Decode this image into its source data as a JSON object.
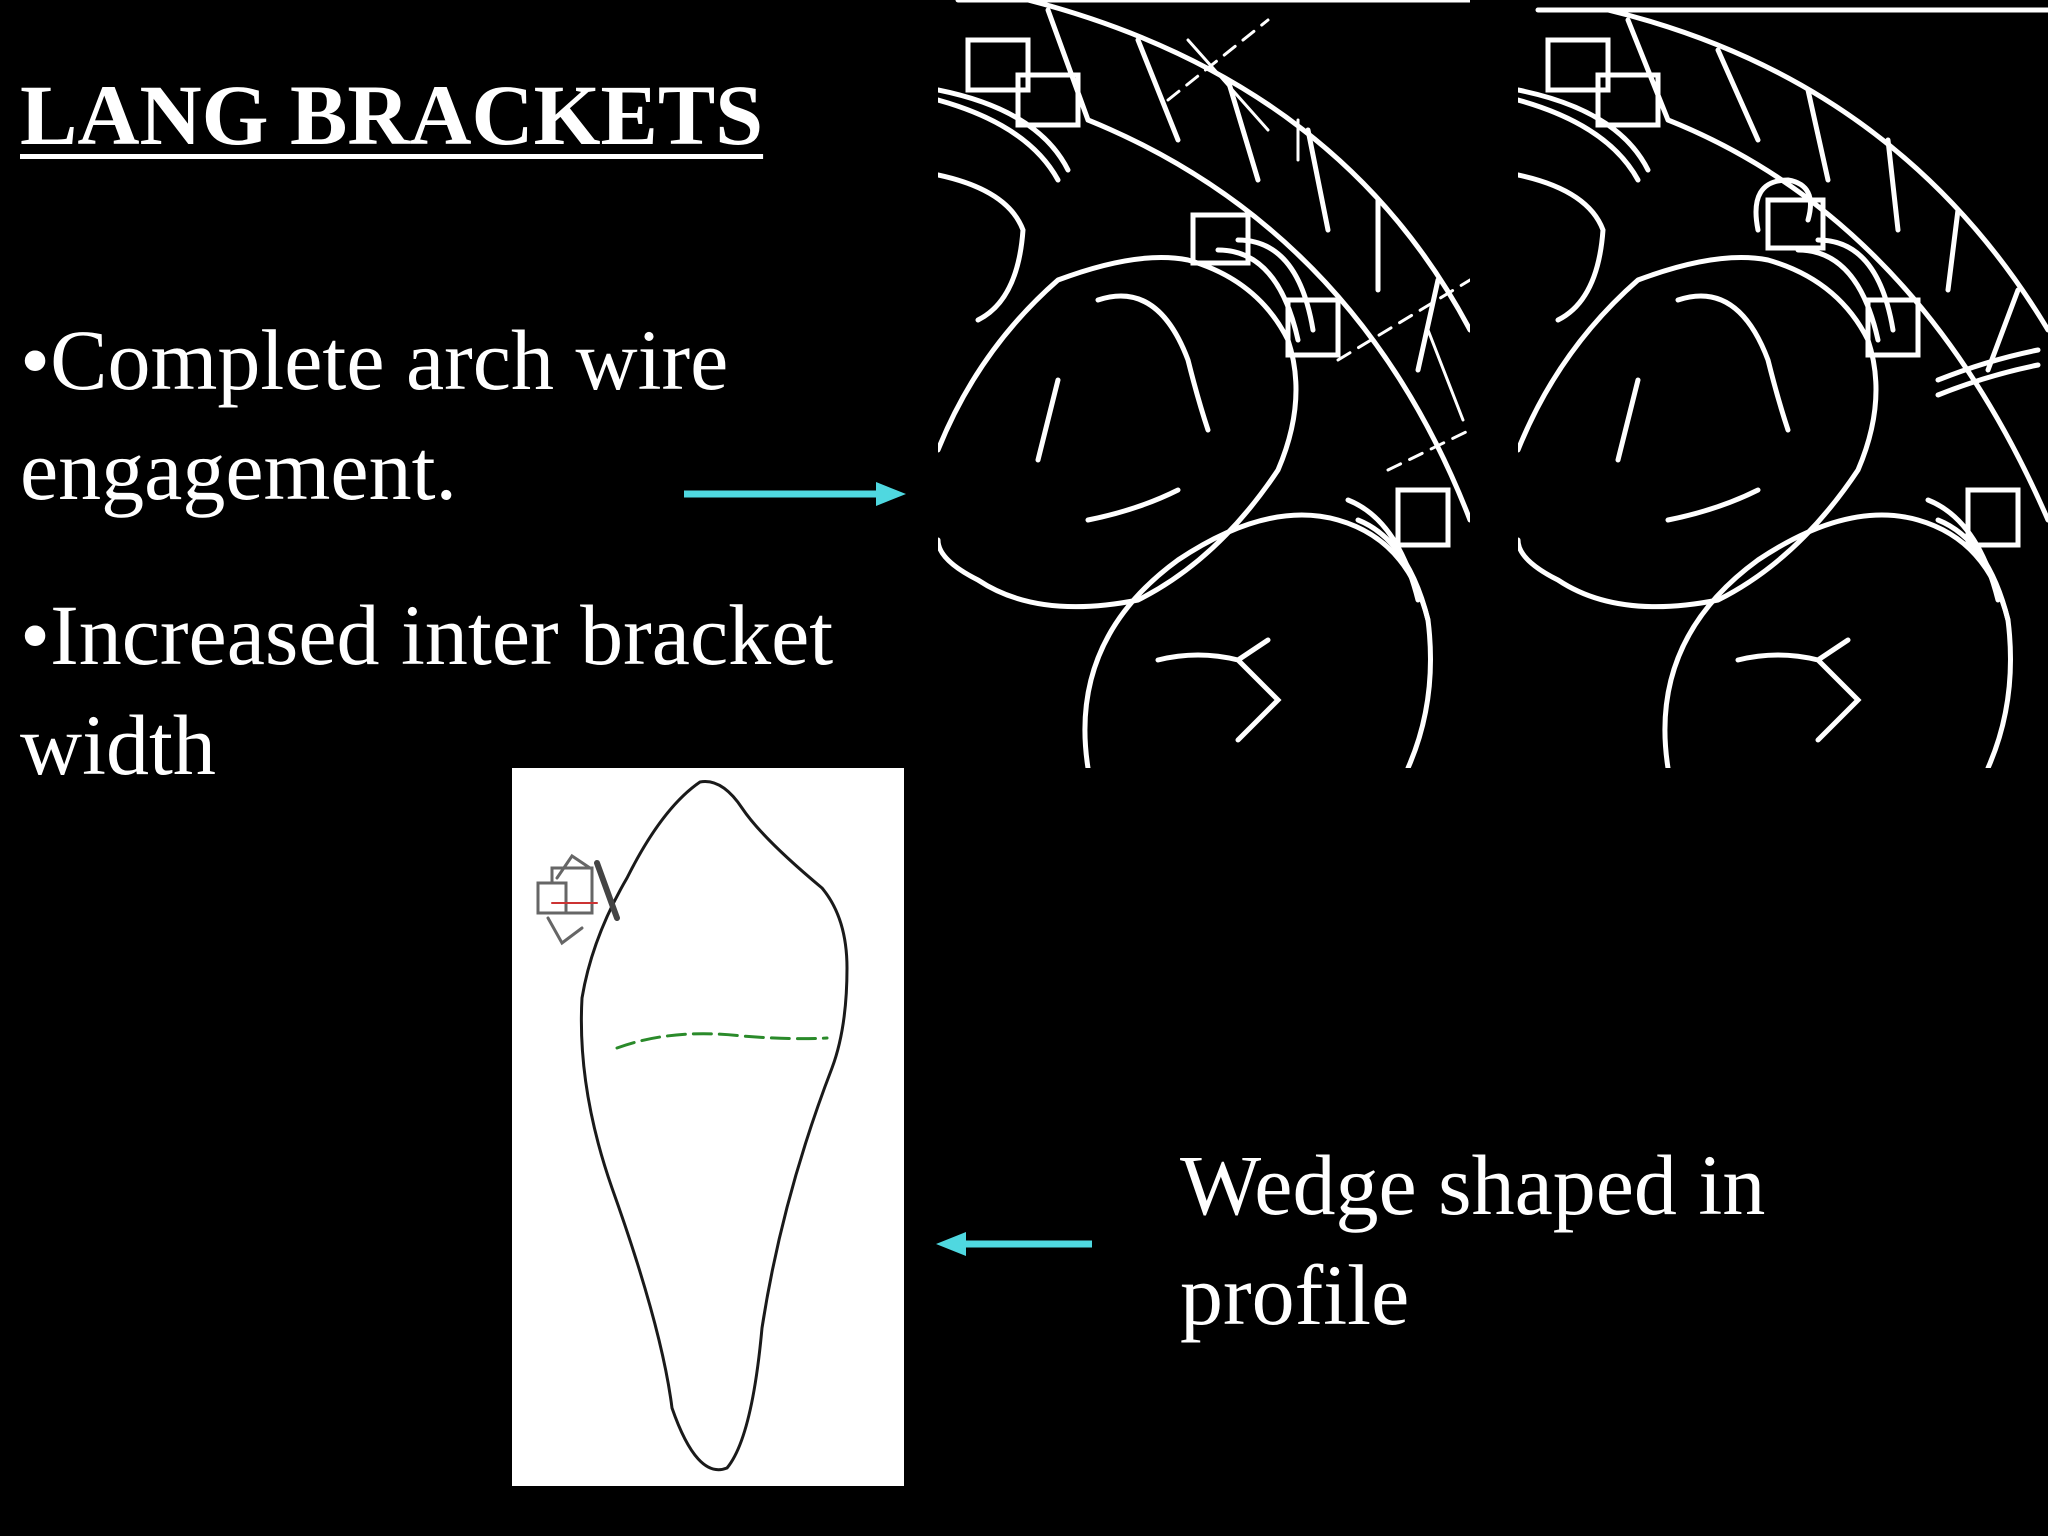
{
  "slide": {
    "title": "LANG BRACKETS",
    "bullets": [
      {
        "line1": "•Complete arch wire",
        "line2": "engagement."
      },
      {
        "line1": "•Increased inter bracket",
        "line2": "width"
      }
    ],
    "note": {
      "line1": "Wedge shaped in",
      "line2": "profile"
    }
  },
  "colors": {
    "background": "#000000",
    "text": "#ffffff",
    "arrow": "#4fd8e0"
  },
  "figures": [
    {
      "name": "arch-diagram-measured",
      "icon": "arch-wire-bracket-diagram"
    },
    {
      "name": "arch-diagram-ligated",
      "icon": "arch-wire-bracket-diagram"
    },
    {
      "name": "tooth-profile",
      "icon": "tooth-with-bracket-profile"
    }
  ]
}
